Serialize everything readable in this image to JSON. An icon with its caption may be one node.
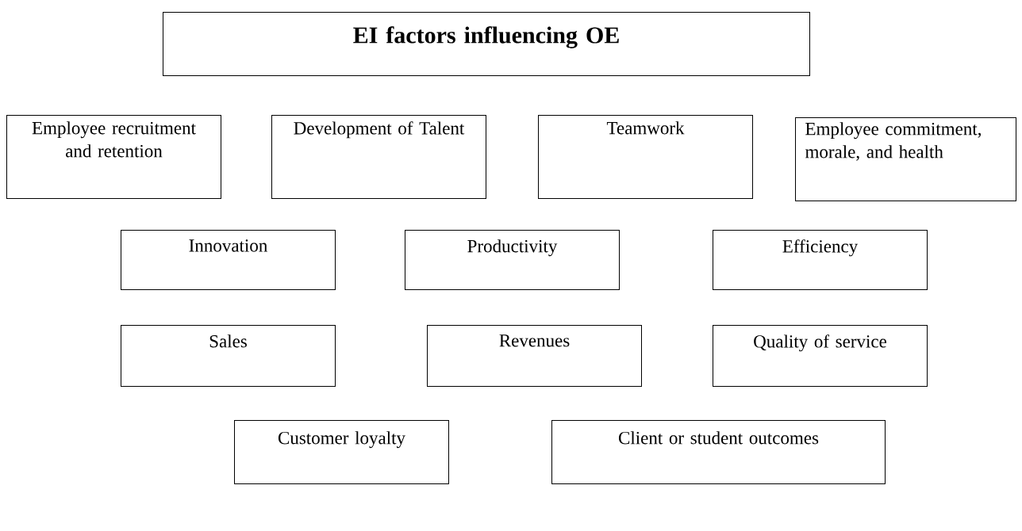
{
  "diagram": {
    "nodes": [
      {
        "text": [
          "EI factors influencing OE"
        ]
      },
      {
        "text": [
          "Employee recruitment and retention"
        ]
      },
      {
        "text": [
          "Development of Talent"
        ]
      },
      {
        "text": [
          "Teamwork"
        ]
      },
      {
        "text": [
          "Employee commitment, morale, and health"
        ]
      },
      {
        "text": [
          "Innovation"
        ]
      },
      {
        "text": [
          "Productivity"
        ]
      },
      {
        "text": [
          "Efficiency"
        ]
      },
      {
        "text": [
          "Sales"
        ]
      },
      {
        "text": [
          "Revenues"
        ]
      },
      {
        "text": [
          "Quality of service"
        ]
      },
      {
        "text": [
          "Customer loyalty"
        ]
      },
      {
        "text": [
          "Client or student outcomes"
        ]
      }
    ]
  }
}
